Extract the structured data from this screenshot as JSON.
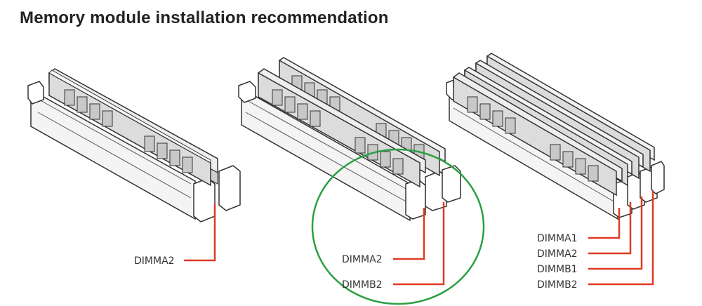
{
  "title": "Memory module installation recommendation",
  "colors": {
    "leader_line": "#e03a24",
    "highlight_circle": "#2aa043",
    "module_fill": "#dcdcdc",
    "outline": "#333333"
  },
  "configurations": [
    {
      "labels": [
        "DIMMA2"
      ]
    },
    {
      "labels": [
        "DIMMA2",
        "DIMMB2"
      ],
      "highlighted": true
    },
    {
      "labels": [
        "DIMMA1",
        "DIMMA2",
        "DIMMB1",
        "DIMMB2"
      ]
    }
  ]
}
